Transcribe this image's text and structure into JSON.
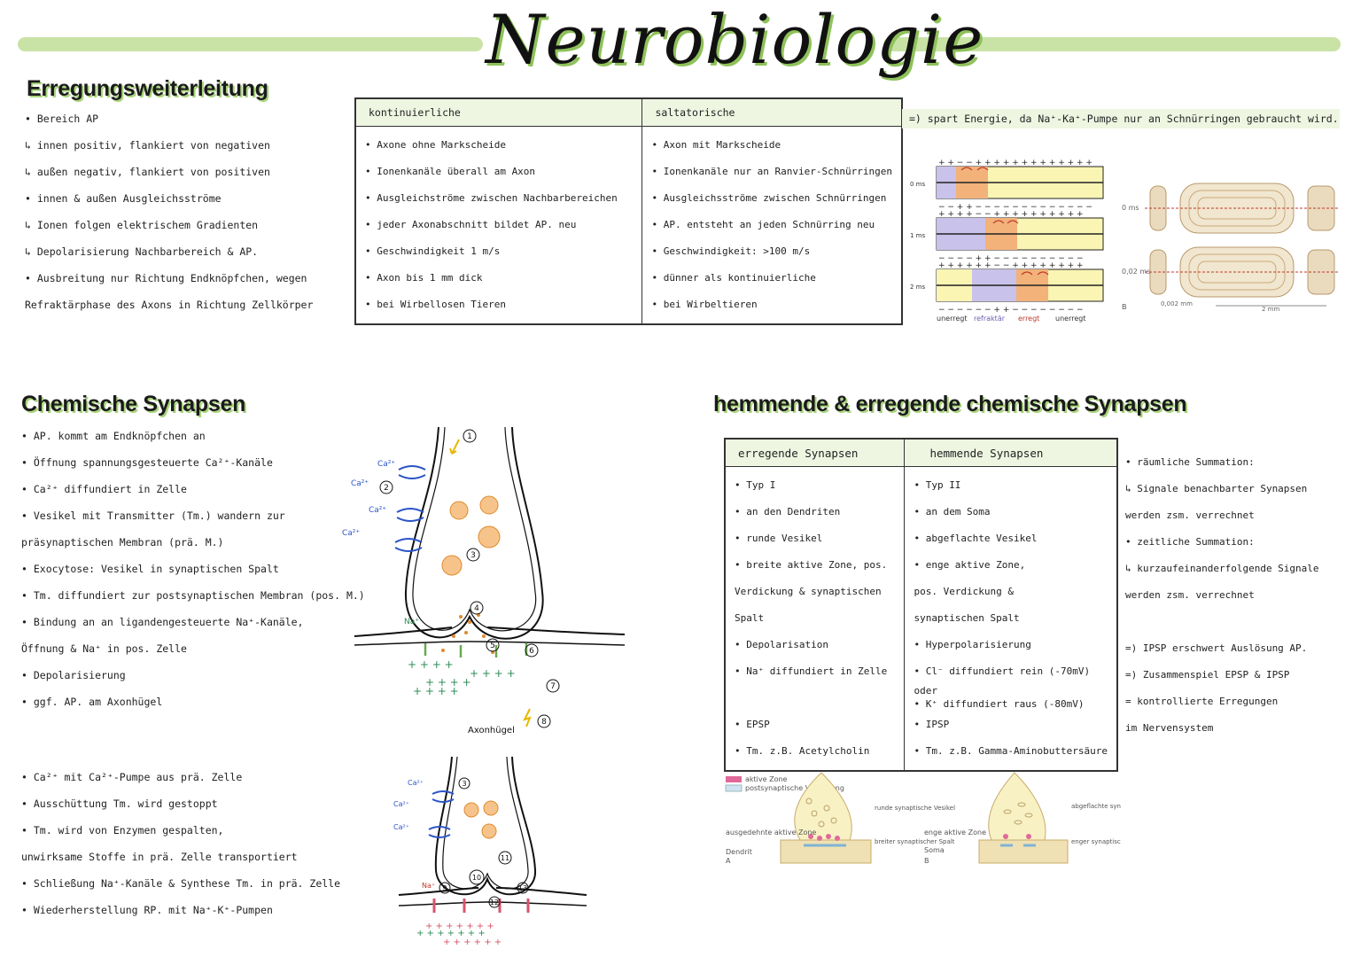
{
  "title": "Neurobiologie",
  "colors": {
    "accent": "#c9e3a6",
    "shadow": "#8fc25a",
    "yellow": "#fbf5b4",
    "violet": "#c9c2ea",
    "orange": "#f2b27a"
  },
  "erregung": {
    "heading": "Erregungsweiterleitung",
    "notes": [
      "• Bereich  AP",
      "  ↳ innen positiv, flankiert von negativen",
      "  ↳ außen negativ, flankiert von positiven",
      "• innen & außen  Ausgleichsströme",
      "  ↳ Ionen folgen elektrischem Gradienten",
      "     ↳ Depolarisierung Nachbarbereich & AP.",
      "• Ausbreitung nur Richtung Endknöpfchen, wegen",
      "  Refraktärphase des Axons in Richtung Zellkörper"
    ],
    "table": {
      "headers": [
        "kontinuierliche",
        "saltatorische"
      ],
      "col1": [
        "• Axone ohne Markscheide",
        "• Ionenkanäle überall am Axon",
        "• Ausgleichströme zwischen Nachbarbereichen",
        "• jeder Axonabschnitt bildet AP. neu",
        "• Geschwindigkeit  1 m/s",
        "• Axon bis  1 mm dick",
        "• bei Wirbellosen Tieren"
      ],
      "col2": [
        "• Axon mit Markscheide",
        "• Ionenkanäle nur an Ranvier-Schnürringen",
        "• Ausgleichsströme zwischen Schnürringen",
        "• AP. entsteht an jeden Schnürring neu",
        "• Geschwindigkeit: >100 m/s",
        "• dünner als kontinuierliche",
        "• bei Wirbeltieren"
      ]
    },
    "energy_note": "=) spart Energie, da Na⁺-Ka⁺-Pumpe nur an Schnürringen gebraucht wird.",
    "fig1": {
      "time_labels": [
        "0 ms",
        "1 ms",
        "2 ms"
      ],
      "legend": [
        "unerregt",
        "refraktär",
        "erregt",
        "unerregt"
      ]
    },
    "fig2": {
      "time_labels": [
        "0 ms",
        "0,02 ms"
      ],
      "label_b": "B",
      "scale_small": "0,002 mm",
      "scale_large": "2 mm"
    }
  },
  "chemisch": {
    "heading": "Chemische Synapsen",
    "notes1": [
      "• AP. kommt am Endknöpfchen an",
      "• Öffnung spannungsgesteuerte Ca²⁺-Kanäle",
      "• Ca²⁺ diffundiert in Zelle",
      "• Vesikel mit Transmitter (Tm.) wandern zur",
      "  präsynaptischen Membran (prä. M.)",
      "• Exocytose: Vesikel in synaptischen Spalt",
      "• Tm. diffundiert zur postsynaptischen Membran (pos. M.)",
      "• Bindung an an ligandengesteuerte Na⁺-Kanäle,",
      "  Öffnung & Na⁺ in pos. Zelle",
      "• Depolarisierung",
      "• ggf. AP. am Axonhügel"
    ],
    "notes2": [
      "• Ca²⁺ mit Ca²⁺-Pumpe aus prä. Zelle",
      "• Ausschüttung Tm. wird gestoppt",
      "• Tm. wird von Enzymen gespalten,",
      "  unwirksame Stoffe in prä. Zelle transportiert",
      "• Schließung Na⁺-Kanäle & Synthese Tm. in prä. Zelle",
      "• Wiederherstellung RP. mit Na⁺-K⁺-Pumpen"
    ],
    "diagram": {
      "ion_ca": "Ca²⁺",
      "ion_na": "Na⁺",
      "axonhuegel": "Axonhügel",
      "steps": [
        "1",
        "2",
        "3",
        "4",
        "5",
        "6",
        "7",
        "8"
      ],
      "steps2": [
        "9",
        "10",
        "11",
        "12",
        "13"
      ]
    }
  },
  "hemmend": {
    "heading": "hemmende & erregende chemische Synapsen",
    "table": {
      "headers": [
        "erregende Synapsen",
        "hemmende Synapsen"
      ],
      "col1": [
        "• Typ I",
        "• an den Dendriten",
        "• runde Vesikel",
        "• breite aktive Zone, pos.",
        "  Verdickung & synaptischen",
        "  Spalt",
        "• Depolarisation",
        "• Na⁺ diffundiert in Zelle",
        "",
        "• EPSP",
        "• Tm. z.B. Acetylcholin"
      ],
      "col2": [
        "• Typ II",
        "• an dem Soma",
        "• abgeflachte Vesikel",
        "• enge aktive Zone,",
        "  pos. Verdickung &",
        "  synaptischen Spalt",
        "• Hyperpolarisierung",
        "• Cl⁻ diffundiert rein (-70mV)",
        "        oder",
        "• K⁺ diffundiert raus (-80mV)",
        "• IPSP",
        "• Tm. z.B. Gamma-Aminobuttersäure"
      ]
    },
    "notes": [
      "• räumliche Summation:",
      "↳ Signale benachbarter Synapsen",
      "   werden zsm. verrechnet",
      "• zeitliche Summation:",
      "↳ kurzaufeinanderfolgende Signale",
      "   werden zsm. verrechnet",
      "",
      "=) IPSP erschwert Auslösung AP.",
      "=) Zusammenspiel EPSP & IPSP",
      "    = kontrollierte Erregungen",
      "     im Nervensystem"
    ],
    "figure": {
      "legend": [
        "aktive Zone",
        "postsynaptische Verdickung"
      ],
      "a_labels": [
        "ausgedehnte aktive Zone",
        "Dendrit",
        "A",
        "runde synaptische Vesikel",
        "breiter synaptischer Spalt"
      ],
      "b_labels": [
        "enge aktive Zone",
        "Soma",
        "B",
        "abgeflachte synaptische Vesikel",
        "enger synaptischer Spalt"
      ]
    }
  }
}
